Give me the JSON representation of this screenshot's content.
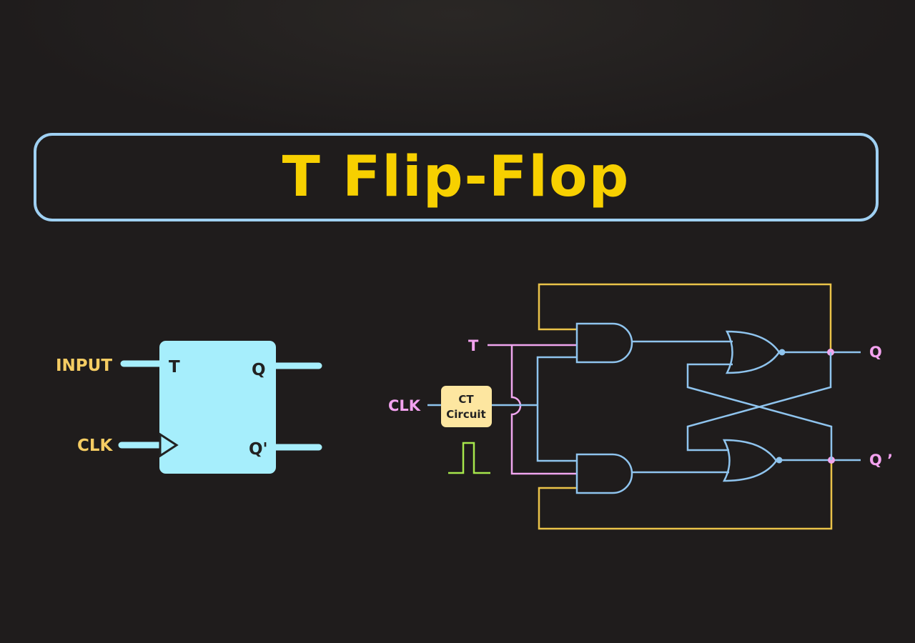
{
  "title": "T Flip-Flop",
  "block": {
    "input_label": "INPUT",
    "clk_label": "CLK",
    "pin_t": "T",
    "pin_q": "Q",
    "pin_qbar": "Q'"
  },
  "circuit": {
    "t_label": "T",
    "clk_label": "CLK",
    "ct_line1": "CT",
    "ct_line2": "Circuit",
    "q_label": "Q",
    "qbar_label": "Q ’"
  },
  "colors": {
    "block_fill": "#a6eefc",
    "wire_blue": "#8fc4ee",
    "wire_pink": "#f0a6ef",
    "wire_yellow": "#eac349",
    "pulse_green": "#a6e64b",
    "ct_box": "#fde6a0",
    "label_yellow": "#f5cc63",
    "label_pink": "#f3a2ef"
  }
}
